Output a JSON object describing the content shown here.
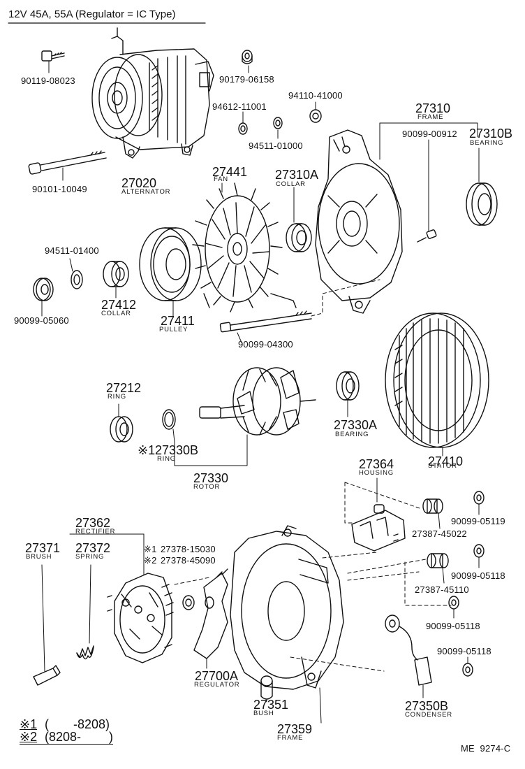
{
  "header": {
    "title": "12V 45A, 55A (Regulator = IC Type)"
  },
  "parts": [
    {
      "id": "p-90119-08023",
      "number": "90119-08023",
      "name": ""
    },
    {
      "id": "p-90179-06158",
      "number": "90179-06158",
      "name": ""
    },
    {
      "id": "p-94110-41000",
      "number": "94110-41000",
      "name": ""
    },
    {
      "id": "p-94612-11001",
      "number": "94612-11001",
      "name": ""
    },
    {
      "id": "p-94511-01000",
      "number": "94511-01000",
      "name": ""
    },
    {
      "id": "p-27310",
      "number": "27310",
      "name": "FRAME"
    },
    {
      "id": "p-90099-00912",
      "number": "90099-00912",
      "name": ""
    },
    {
      "id": "p-27310b",
      "number": "27310B",
      "name": "BEARING"
    },
    {
      "id": "p-27020",
      "number": "27020",
      "name": "ALTERNATOR"
    },
    {
      "id": "p-90101-10049",
      "number": "90101-10049",
      "name": ""
    },
    {
      "id": "p-27441",
      "number": "27441",
      "name": "FAN"
    },
    {
      "id": "p-27310a",
      "number": "27310A",
      "name": "COLLAR"
    },
    {
      "id": "p-94511-01400",
      "number": "94511-01400",
      "name": ""
    },
    {
      "id": "p-27412",
      "number": "27412",
      "name": "COLLAR"
    },
    {
      "id": "p-27411",
      "number": "27411",
      "name": "PULLEY"
    },
    {
      "id": "p-90099-05060",
      "number": "90099-05060",
      "name": ""
    },
    {
      "id": "p-90099-04300",
      "number": "90099-04300",
      "name": ""
    },
    {
      "id": "p-27212",
      "number": "27212",
      "name": "RING"
    },
    {
      "id": "p-27330b",
      "number": "27330B",
      "name": "RING",
      "mark": "※1"
    },
    {
      "id": "p-27330",
      "number": "27330",
      "name": "ROTOR"
    },
    {
      "id": "p-27330a",
      "number": "27330A",
      "name": "BEARING"
    },
    {
      "id": "p-27410",
      "number": "27410",
      "name": "STATOR"
    },
    {
      "id": "p-27364",
      "number": "27364",
      "name": "HOUSING"
    },
    {
      "id": "p-27387-45022",
      "number": "27387-45022",
      "name": ""
    },
    {
      "id": "p-90099-05119",
      "number": "90099-05119",
      "name": ""
    },
    {
      "id": "p-27362",
      "number": "27362",
      "name": "RECTIFIER"
    },
    {
      "id": "p-27371",
      "number": "27371",
      "name": "BRUSH"
    },
    {
      "id": "p-27372",
      "number": "27372",
      "name": "SPRING"
    },
    {
      "id": "p-27378-15030",
      "number": "27378-15030",
      "name": "",
      "mark": "※1"
    },
    {
      "id": "p-27378-45090",
      "number": "27378-45090",
      "name": "",
      "mark": "※2"
    },
    {
      "id": "p-90099-05118a",
      "number": "90099-05118",
      "name": ""
    },
    {
      "id": "p-27387-45110",
      "number": "27387-45110",
      "name": ""
    },
    {
      "id": "p-90099-05118b",
      "number": "90099-05118",
      "name": ""
    },
    {
      "id": "p-90099-05118c",
      "number": "90099-05118",
      "name": ""
    },
    {
      "id": "p-27700a",
      "number": "27700A",
      "name": "REGULATOR"
    },
    {
      "id": "p-27351",
      "number": "27351",
      "name": "BUSH"
    },
    {
      "id": "p-27359",
      "number": "27359",
      "name": "FRAME"
    },
    {
      "id": "p-27350b",
      "number": "27350B",
      "name": "CONDENSER"
    }
  ],
  "legend": [
    {
      "mark": "※1",
      "range": "(       -8208)"
    },
    {
      "mark": "※2",
      "range": "(8208-        )"
    }
  ],
  "footer": {
    "code": "ME  9274-C"
  }
}
